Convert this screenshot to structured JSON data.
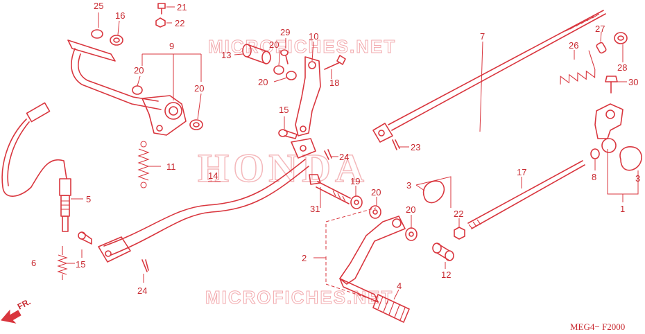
{
  "watermarks": {
    "site_top": "MICROFICHES.NET",
    "site_bottom": "MICROFICHES.NET",
    "brand": "HONDA"
  },
  "diagram_code": "MEG4− F2000",
  "direction_label": "FR.",
  "callouts": [
    {
      "id": "c25",
      "text": "25"
    },
    {
      "id": "c16",
      "text": "16"
    },
    {
      "id": "c21",
      "text": "21"
    },
    {
      "id": "c22a",
      "text": "22"
    },
    {
      "id": "c9",
      "text": "9"
    },
    {
      "id": "c20a",
      "text": "20"
    },
    {
      "id": "c20b",
      "text": "20"
    },
    {
      "id": "c11",
      "text": "11"
    },
    {
      "id": "c5",
      "text": "5"
    },
    {
      "id": "c6",
      "text": "6"
    },
    {
      "id": "c15a",
      "text": "15"
    },
    {
      "id": "c24a",
      "text": "24"
    },
    {
      "id": "c14",
      "text": "14"
    },
    {
      "id": "c13",
      "text": "13"
    },
    {
      "id": "c29",
      "text": "29"
    },
    {
      "id": "c20c",
      "text": "20"
    },
    {
      "id": "c10",
      "text": "10"
    },
    {
      "id": "c20d",
      "text": "20"
    },
    {
      "id": "c18",
      "text": "18"
    },
    {
      "id": "c15b",
      "text": "15"
    },
    {
      "id": "c24b",
      "text": "24"
    },
    {
      "id": "c7",
      "text": "7"
    },
    {
      "id": "c23",
      "text": "23"
    },
    {
      "id": "c27",
      "text": "27"
    },
    {
      "id": "c26",
      "text": "26"
    },
    {
      "id": "c28",
      "text": "28"
    },
    {
      "id": "c30",
      "text": "30"
    },
    {
      "id": "c8",
      "text": "8"
    },
    {
      "id": "c3a",
      "text": "3"
    },
    {
      "id": "c1",
      "text": "1"
    },
    {
      "id": "c17",
      "text": "17"
    },
    {
      "id": "c19",
      "text": "19"
    },
    {
      "id": "c20e",
      "text": "20"
    },
    {
      "id": "c3b",
      "text": "3"
    },
    {
      "id": "c31",
      "text": "31"
    },
    {
      "id": "c20f",
      "text": "20"
    },
    {
      "id": "c22b",
      "text": "22"
    },
    {
      "id": "c2",
      "text": "2"
    },
    {
      "id": "c12",
      "text": "12"
    },
    {
      "id": "c4",
      "text": "4"
    }
  ]
}
